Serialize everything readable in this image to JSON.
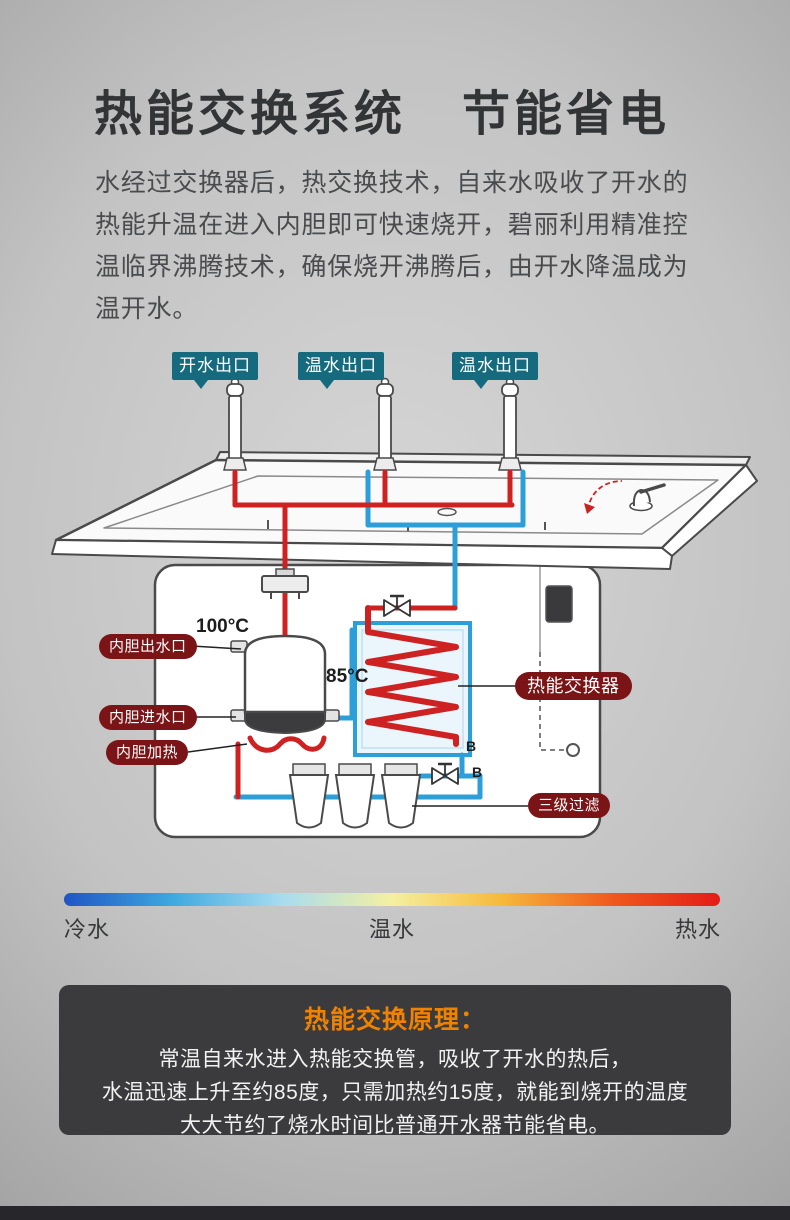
{
  "header": {
    "title_part1": "热能交换系统",
    "title_part2": "节能省电",
    "intro": "水经过交换器后，热交换技术，自来水吸收了开水的热能升温在进入内胆即可快速烧开，碧丽利用精准控温临界沸腾技术，确保烧开沸腾后，由开水降温成为温开水。"
  },
  "diagram": {
    "outlets": [
      {
        "label": "开水出口"
      },
      {
        "label": "温水出口"
      },
      {
        "label": "温水出口"
      }
    ],
    "temps": {
      "boil": "100°C",
      "warm": "85°C"
    },
    "callouts": {
      "tank_outlet": "内胆出水口",
      "tank_inlet": "内胆进水口",
      "tank_heating": "内胆加热",
      "heat_exchanger": "热能交换器",
      "filters": "三级过滤"
    },
    "markers": {
      "b1": "B",
      "b2": "B"
    },
    "colors": {
      "hot_pipe": "#ce2121",
      "cold_pipe": "#2d9fd8",
      "outlet_label_bg": "#166a7d",
      "callout_bg": "#7a1416"
    }
  },
  "temperature_bar": {
    "gradient": [
      "#1f55c4",
      "#3fa9e0",
      "#a8dcf0",
      "#f5f0a0",
      "#f6b93b",
      "#ef5a1e",
      "#e31c17"
    ],
    "labels": [
      {
        "text": "冷水"
      },
      {
        "text": "温水"
      },
      {
        "text": "热水"
      }
    ]
  },
  "principle": {
    "heading": "热能交换原理：",
    "heading_color": "#ef8200",
    "lines": [
      "常温自来水进入热能交换管，吸收了开水的热后，",
      "水温迅速上升至约85度，只需加热约15度，就能到烧开的温度",
      "大大节约了烧水时间比普通开水器节能省电。"
    ]
  }
}
